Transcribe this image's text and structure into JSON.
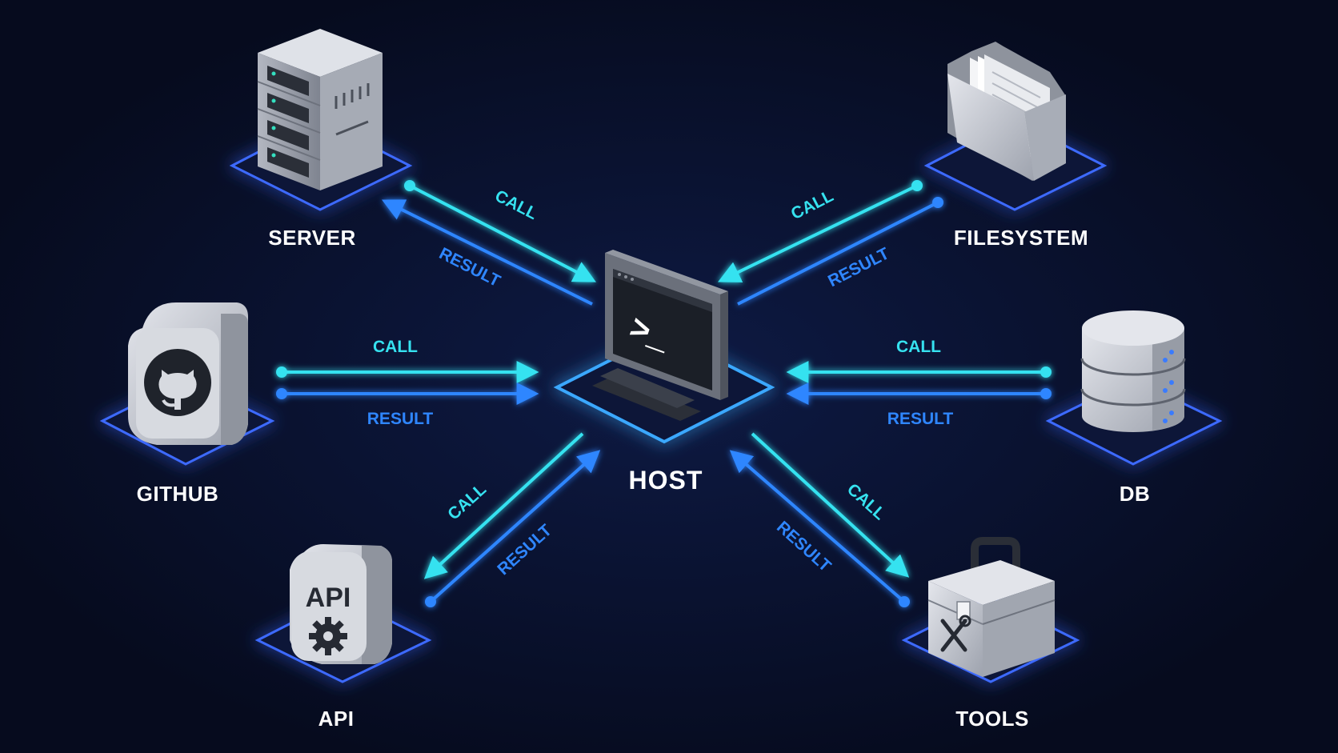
{
  "hub": {
    "label": "HOST",
    "icon": "terminal-monitor-icon",
    "prompt": ">_"
  },
  "nodes": {
    "server": {
      "label": "SERVER",
      "icon": "server-rack-icon"
    },
    "filesystem": {
      "label": "FILESYSTEM",
      "icon": "folder-files-icon"
    },
    "github": {
      "label": "GITHUB",
      "icon": "github-cube-icon"
    },
    "db": {
      "label": "DB",
      "icon": "database-icon"
    },
    "api": {
      "label": "API",
      "icon": "api-gear-icon",
      "badge": "API"
    },
    "tools": {
      "label": "TOOLS",
      "icon": "toolbox-icon"
    }
  },
  "edge_labels": {
    "call": "CALL",
    "result": "RESULT"
  },
  "colors": {
    "background": "#070d22",
    "call": "#36e2f0",
    "result": "#2f86ff",
    "platform_glow": "#3d6bff",
    "device": "#c9ccd4"
  }
}
